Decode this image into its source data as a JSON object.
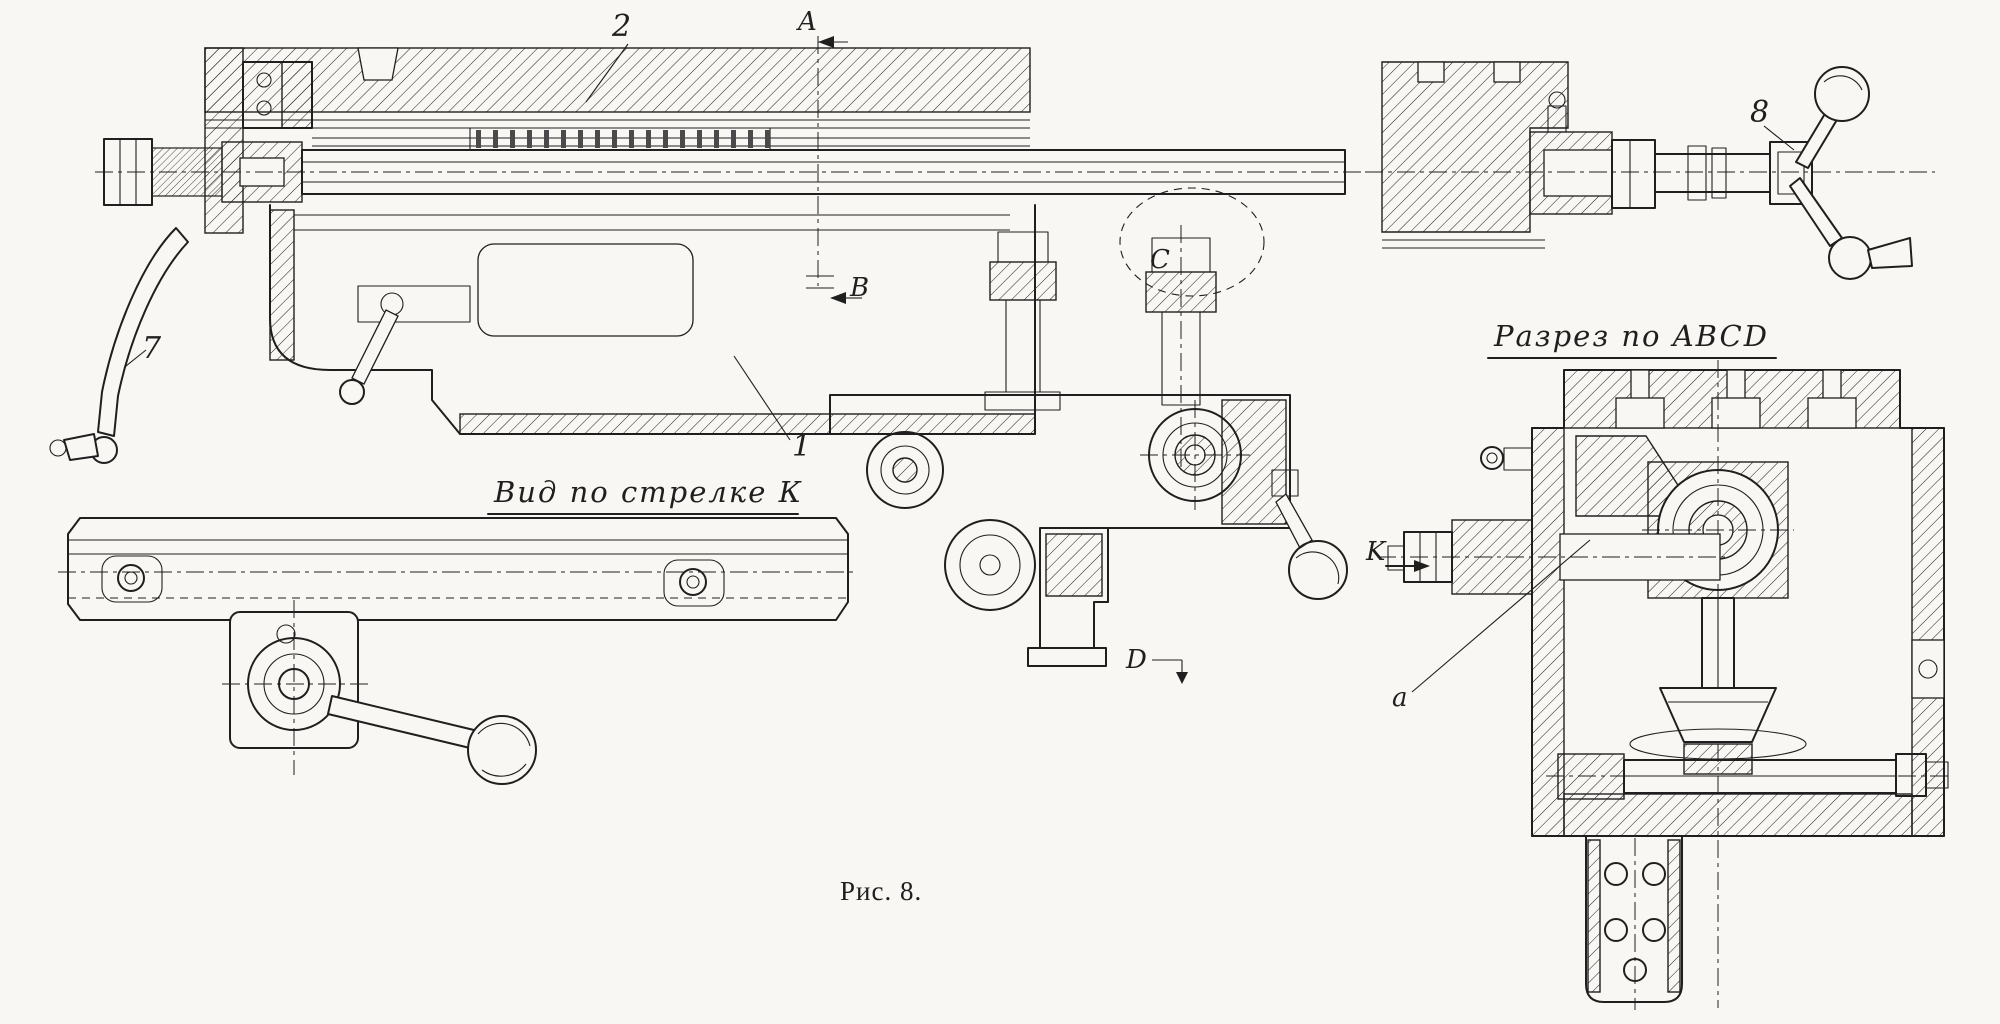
{
  "figure": {
    "caption": "Рис. 8.",
    "paper_color": "#f8f7f3",
    "ink_color": "#1f1f1f"
  },
  "views": {
    "view_k_title": "Вид по стрелке К",
    "section_abcd_title": "Разрез по ABCD"
  },
  "part_labels": {
    "p1": "1",
    "p2": "2",
    "p7": "7",
    "p8": "8"
  },
  "section_letters": {
    "A": "A",
    "B": "B",
    "C": "C",
    "D": "D",
    "K": "K",
    "a": "a"
  }
}
